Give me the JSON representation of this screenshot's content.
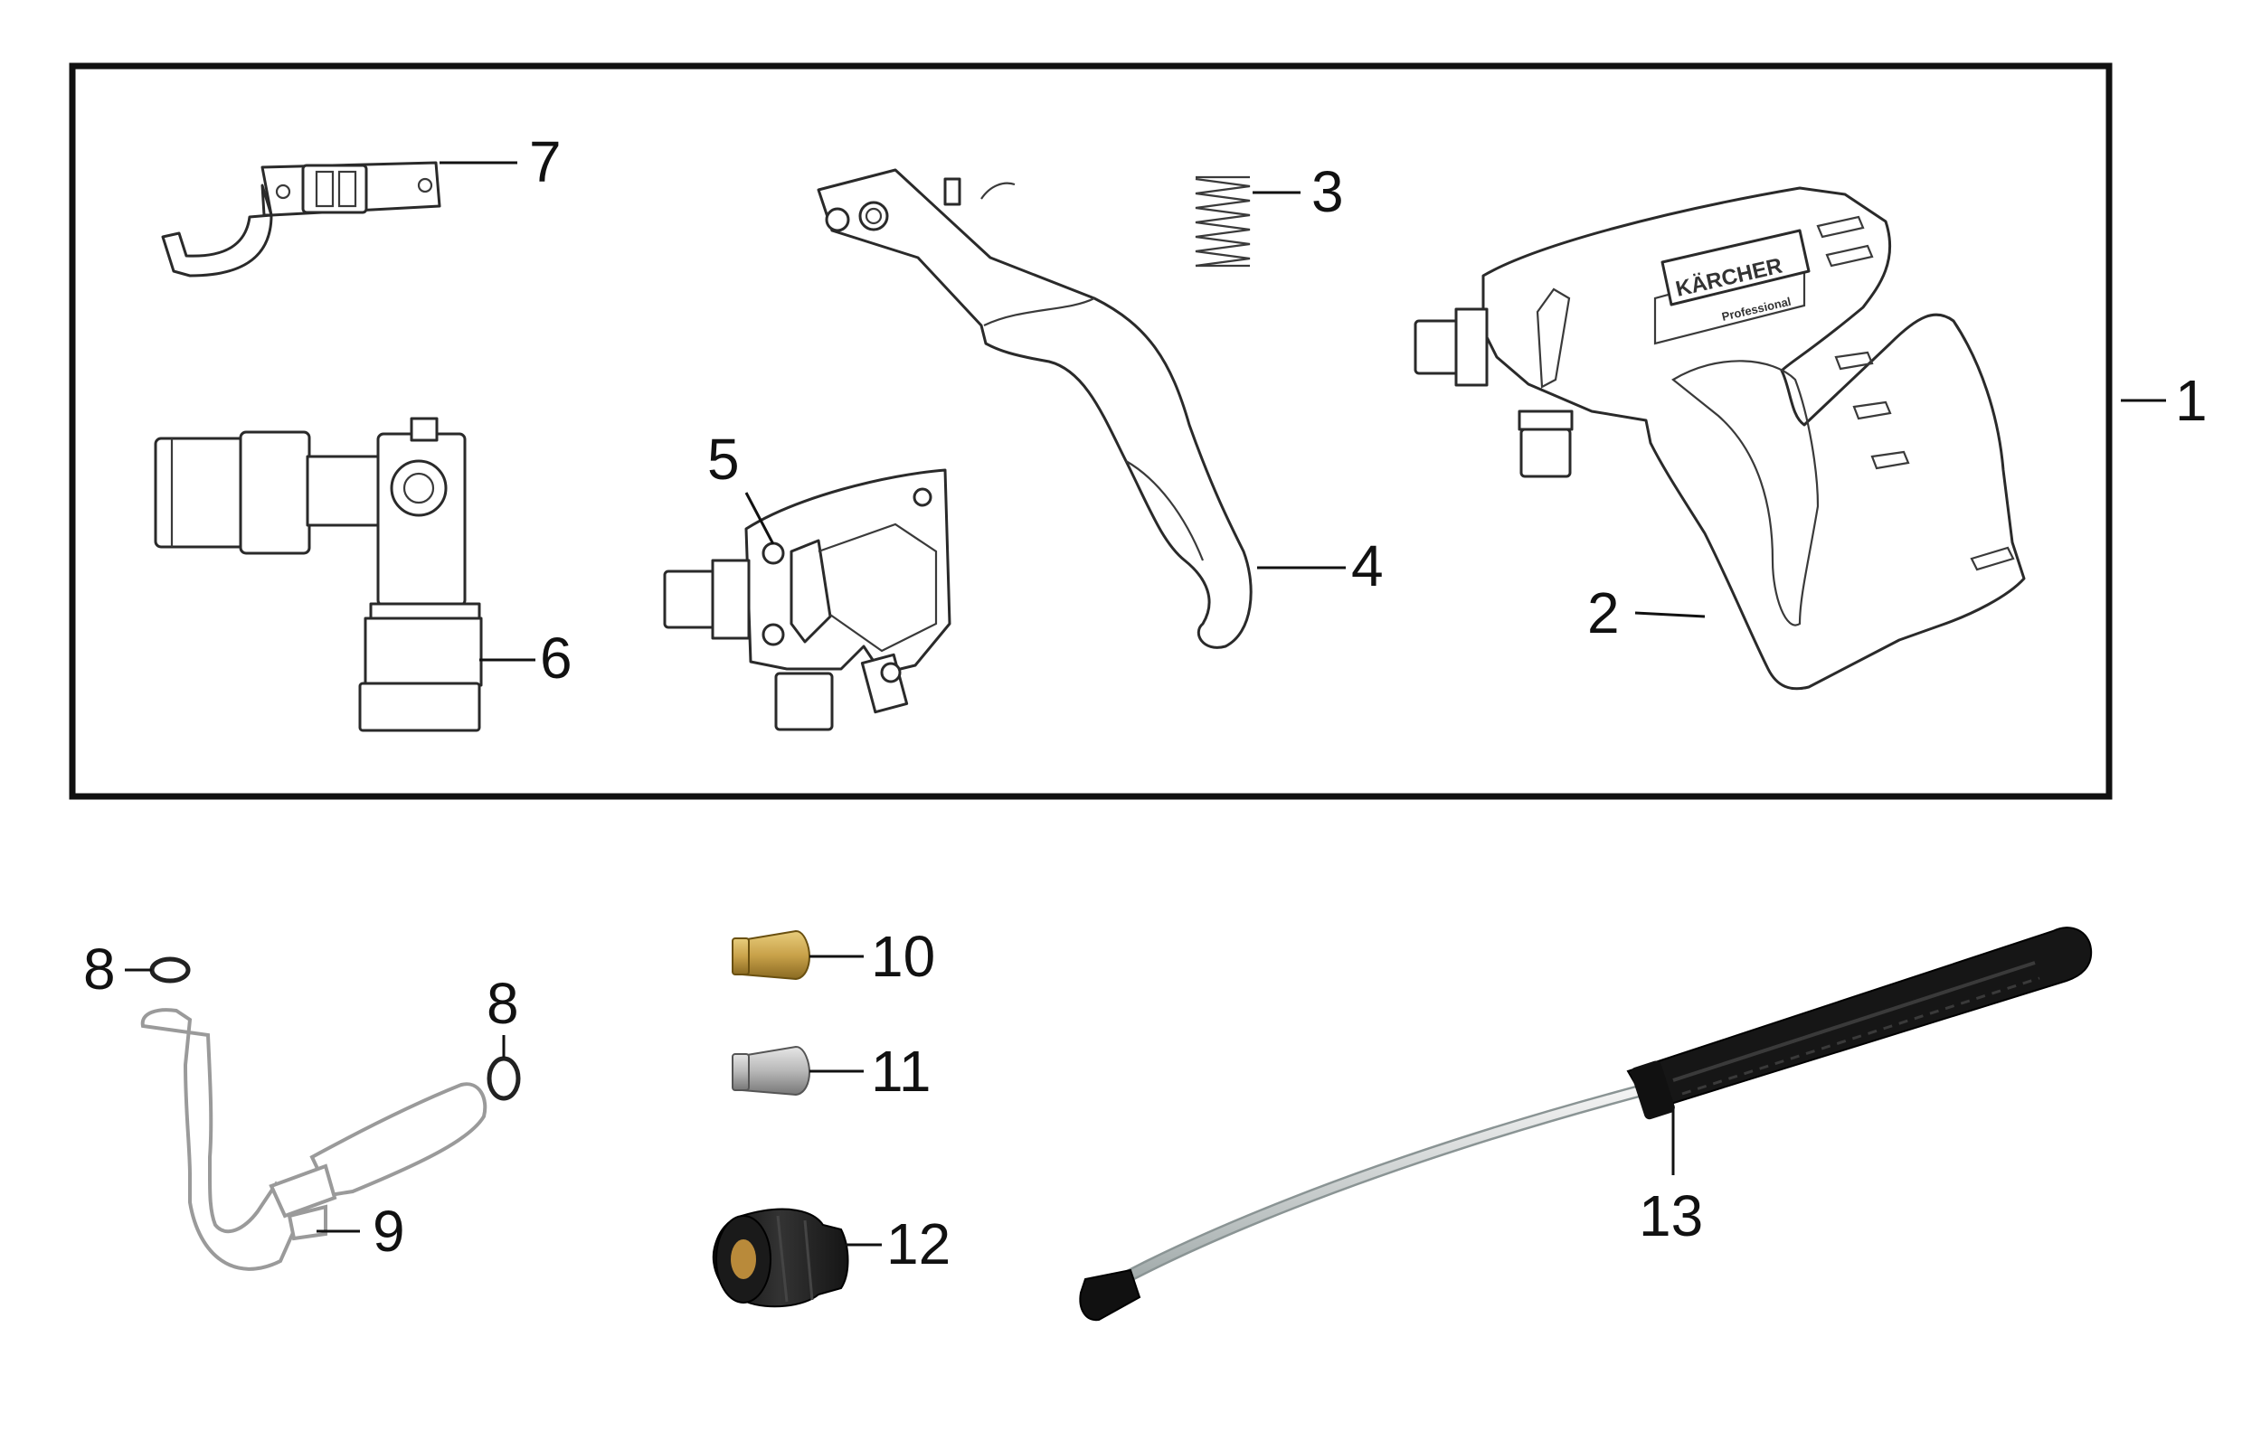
{
  "labels": {
    "assembly": "1",
    "handle_body": "2",
    "spring": "3",
    "trigger_lever": "4",
    "housing_half": "5",
    "valve_fitting": "6",
    "safety_catch": "7",
    "o_ring_left": "8",
    "o_ring_right": "8",
    "connector_hose": "9",
    "brass_insert": "10",
    "steel_insert": "11",
    "nozzle_cap": "12",
    "spray_lance": "13"
  },
  "brand_plate": "KÄRCHER",
  "brand_sub": "Professional",
  "colors": {
    "frame": "#111111",
    "brass": "#c9a24a",
    "steel": "#b8b8b8",
    "lance_grip": "#1a1a1a",
    "outline": "#2a2a2a"
  }
}
